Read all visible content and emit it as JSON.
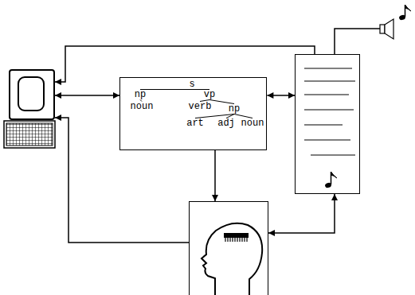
{
  "diagram": {
    "nodes": [
      {
        "text": []
      },
      {
        "text": [
          "s",
          "np",
          "vp",
          "noun",
          "verb",
          "np",
          "art",
          "adj",
          "noun"
        ]
      },
      {
        "text": []
      },
      {
        "text": []
      }
    ],
    "edges": [
      {
        "from": 2,
        "to": 0,
        "arrow": "to"
      },
      {
        "from": 0,
        "to": 1,
        "arrow": "both"
      },
      {
        "from": 1,
        "to": 2,
        "arrow": "both"
      },
      {
        "from": 1,
        "to": 3,
        "arrow": "to"
      },
      {
        "from": 3,
        "to": 0,
        "arrow": "to"
      },
      {
        "from": 3,
        "to": 2,
        "arrow": "both"
      }
    ]
  }
}
